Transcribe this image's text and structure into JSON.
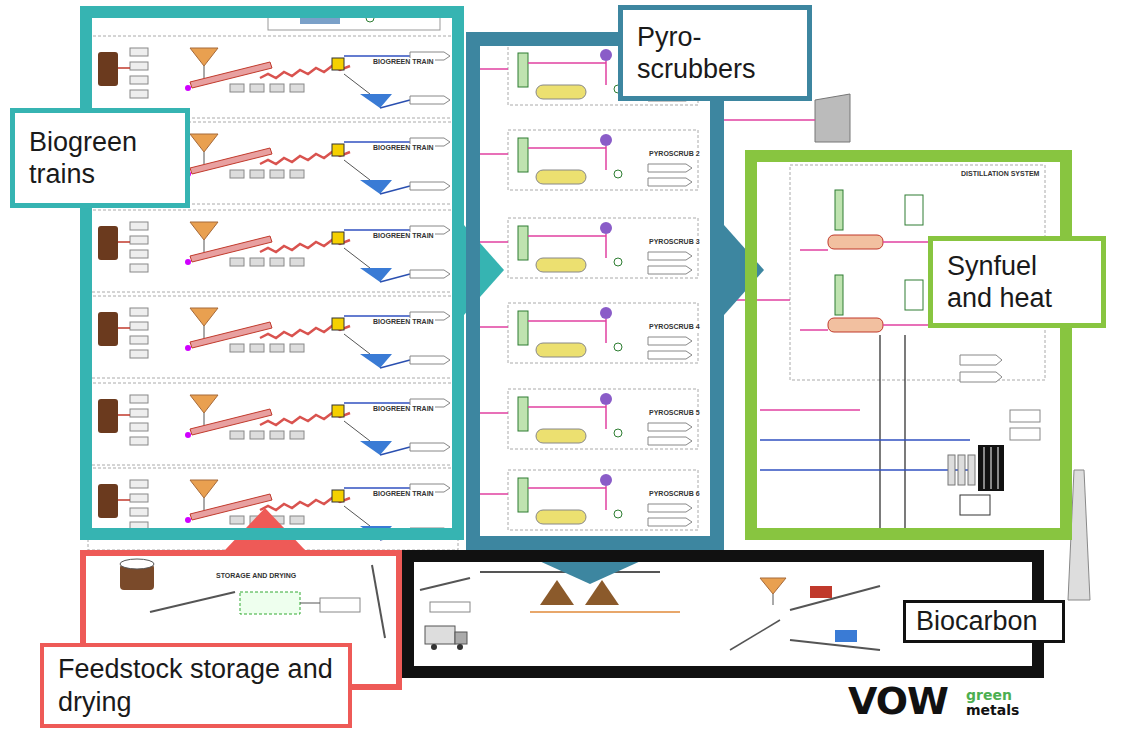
{
  "diagram": {
    "nodes": [
      {
        "text": [
          "Biogreen trains"
        ]
      },
      {
        "text": [
          "Pyro-scrubbers"
        ]
      },
      {
        "text": [
          "Synfuel and heat"
        ]
      },
      {
        "text": [
          "Feedstock storage and drying"
        ]
      },
      {
        "text": [
          "Biocarbon"
        ]
      }
    ],
    "edges": [
      {
        "from": 3,
        "to": 0,
        "arrow": "to"
      },
      {
        "from": 0,
        "to": 1,
        "arrow": "to"
      },
      {
        "from": 1,
        "to": 2,
        "arrow": "to"
      },
      {
        "from": 1,
        "to": 4,
        "arrow": "to"
      }
    ],
    "labels": [
      "BIOGREEN TRAIN",
      "BIOGREEN TRAIN",
      "BIOGREEN TRAIN",
      "BIOGREEN TRAIN",
      "BIOGREEN TRAIN",
      "BIOGREEN TRAIN",
      "PYROSCRUB 2",
      "PYROSCRUB 3",
      "PYROSCRUB 4",
      "PYROSCRUB 5",
      "PYROSCRUB 6",
      "DISTILLATION SYSTEM",
      "STORAGE AND DRYING",
      "VOW",
      "green",
      "metals"
    ]
  }
}
